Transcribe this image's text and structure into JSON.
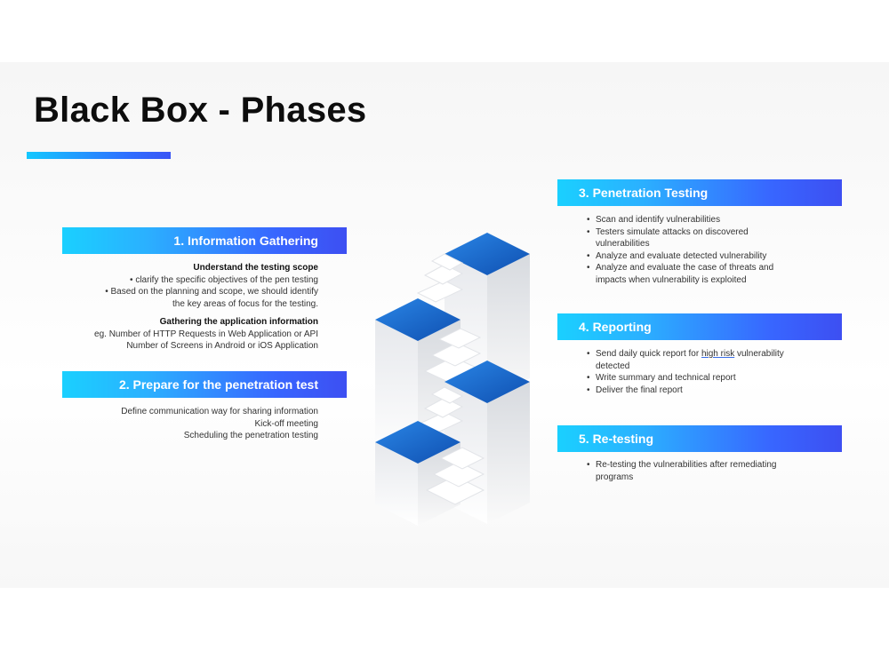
{
  "title": "Black Box - Phases",
  "phases": {
    "p1": {
      "heading": "1. Information Gathering",
      "sub1": "Understand the testing scope",
      "sub1_lines": [
        "• clarify the specific objectives of the pen testing",
        "• Based on the planning and scope, we should identify",
        "the key areas of focus for the testing."
      ],
      "sub2": "Gathering the application information",
      "sub2_lines": [
        "eg. Number of HTTP Requests in Web Application or API",
        "Number of Screens in Android or iOS Application"
      ]
    },
    "p2": {
      "heading": "2. Prepare for the penetration test",
      "lines": [
        "Define communication way for sharing information",
        "Kick-off meeting",
        "Scheduling the penetration testing"
      ]
    },
    "p3": {
      "heading": "3. Penetration Testing",
      "bullets": [
        "Scan and identify vulnerabilities",
        "Testers simulate attacks on discovered vulnerabilities",
        "Analyze and evaluate detected vulnerability",
        "Analyze and evaluate the case of threats and impacts when vulnerability is exploited"
      ]
    },
    "p4": {
      "heading": "4. Reporting",
      "bullet1_pre": "Send daily quick report for ",
      "bullet1_link": "high risk",
      "bullet1_post": " vulnerability detected",
      "bullets": [
        "Write summary and technical report",
        "Deliver the final report"
      ]
    },
    "p5": {
      "heading": "5. Re-testing",
      "bullets": [
        "Re-testing the vulnerabilities after remediating programs"
      ]
    }
  },
  "colors": {
    "banner_start": "#1ad0ff",
    "banner_end": "#3d4ff2",
    "stair_top": "#1f6fd0",
    "title": "#0d0d0d"
  }
}
